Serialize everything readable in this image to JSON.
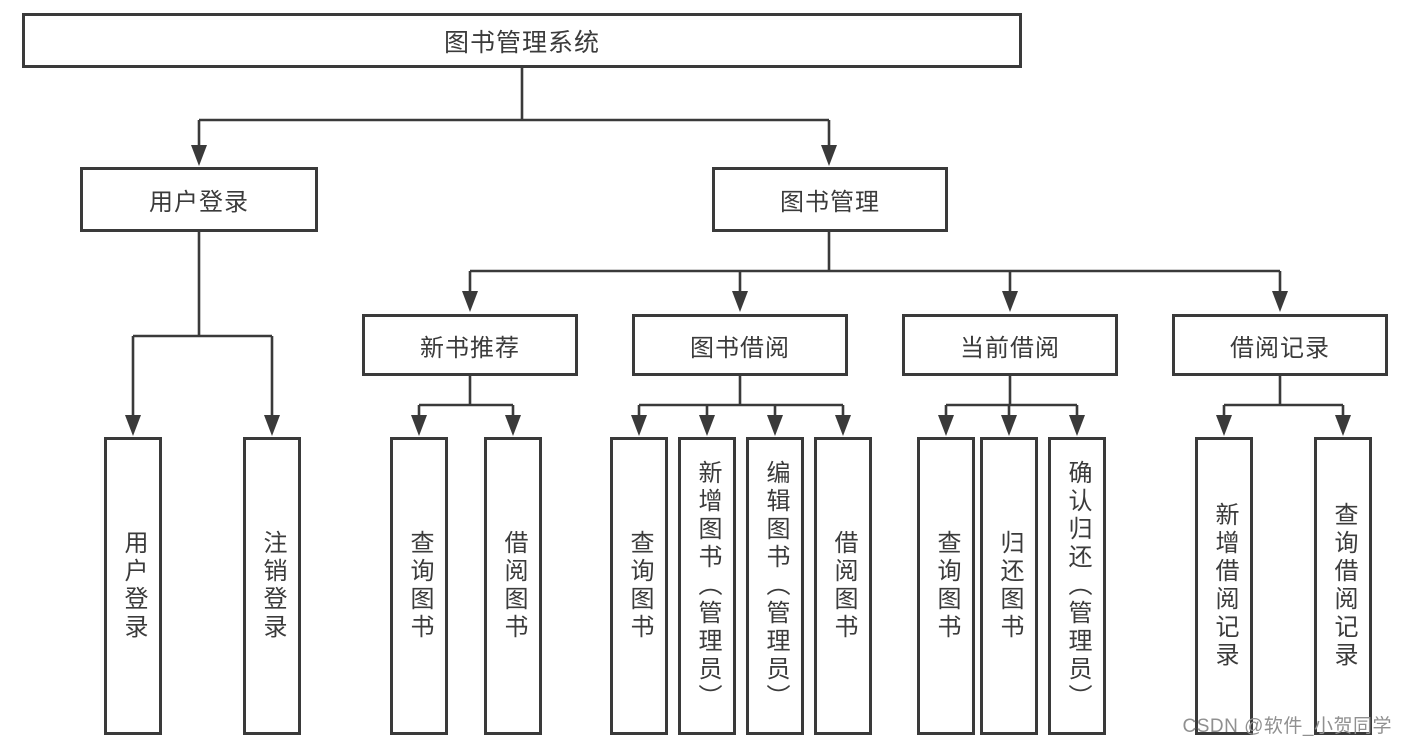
{
  "diagram": {
    "root": {
      "label": "图书管理系统"
    },
    "level2": [
      {
        "label": "用户登录"
      },
      {
        "label": "图书管理"
      }
    ],
    "level3": [
      {
        "label": "新书推荐"
      },
      {
        "label": "图书借阅"
      },
      {
        "label": "当前借阅"
      },
      {
        "label": "借阅记录"
      }
    ],
    "leaves": {
      "user_login": [
        "用户登录",
        "注销登录"
      ],
      "new_book_recommend": [
        "查询图书",
        "借阅图书"
      ],
      "book_borrow": [
        "查询图书",
        "新增图书（管理员）",
        "编辑图书（管理员）",
        "借阅图书"
      ],
      "current_borrow": [
        "查询图书",
        "归还图书",
        "确认归还（管理员）"
      ],
      "borrow_records": [
        "新增借阅记录",
        "查询借阅记录"
      ]
    }
  },
  "watermark": {
    "text": "CSDN @软件_小贺同学"
  },
  "colors": {
    "line": "#3a3a3a",
    "box_border": "#3a3a3a",
    "text": "#3b3b3b",
    "watermark": "#909090",
    "background": "#ffffff"
  }
}
